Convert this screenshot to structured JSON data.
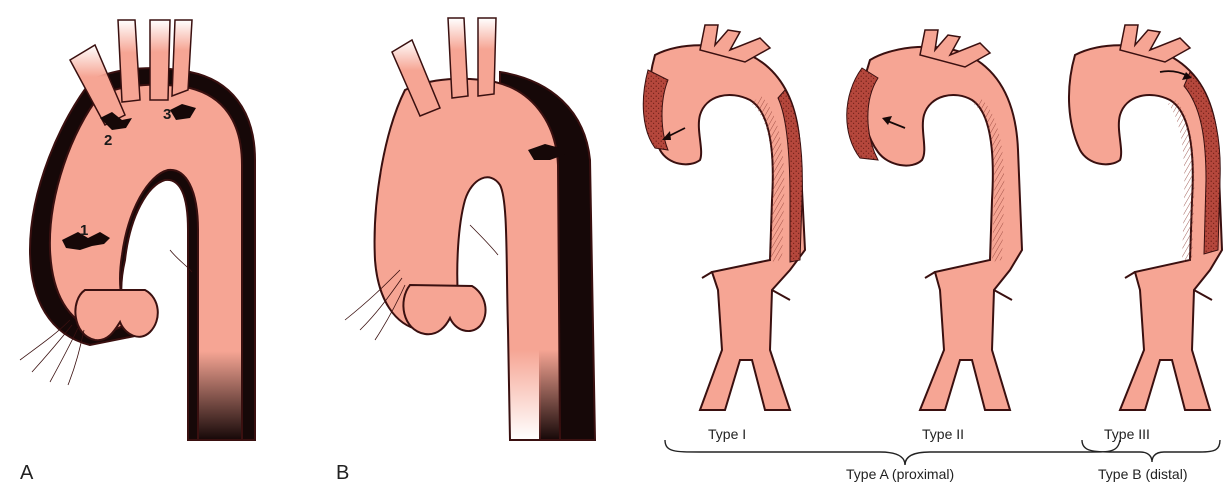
{
  "panels": {
    "a_label": "A",
    "b_label": "B"
  },
  "tear_markers": {
    "one": "1",
    "two": "2",
    "three": "3"
  },
  "types": {
    "type1": "Type I",
    "type2": "Type II",
    "type3": "Type III",
    "group_a": "Type A (proximal)",
    "group_b": "Type B (distal)"
  },
  "colors": {
    "aorta_fill": "#f6a594",
    "aorta_stroke": "#3a1010",
    "false_lumen": "#160808",
    "false_lumen_red": "#b5473c",
    "hatch": "#8c3a30"
  }
}
